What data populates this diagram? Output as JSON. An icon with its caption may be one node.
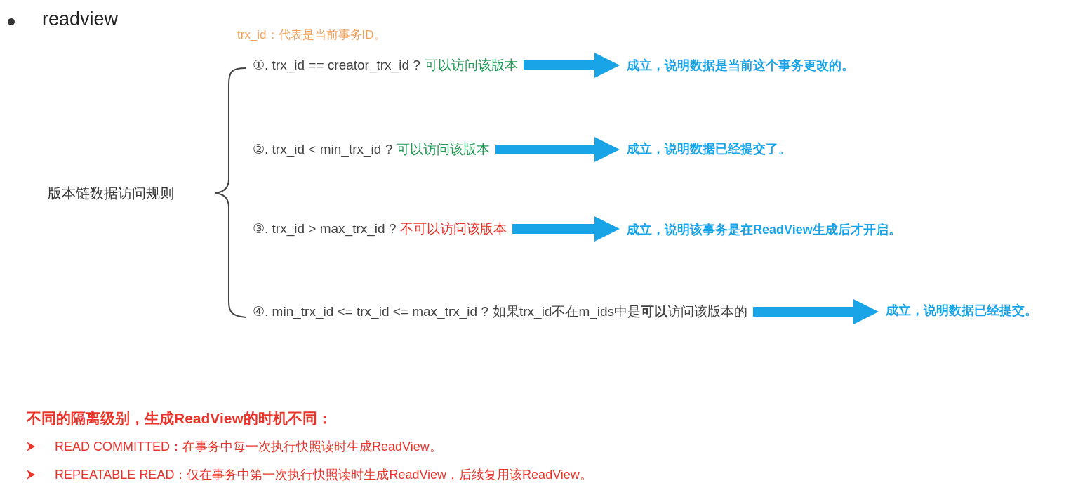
{
  "diagram": {
    "title": "readview",
    "nodes": [
      {
        "text": [
          "版本链数据访问规则"
        ]
      },
      {
        "text": [
          "①. trx_id == creator_trx_id ?",
          "可以访问该版本"
        ]
      },
      {
        "text": [
          "②. trx_id < min_trx_id ?",
          "可以访问该版本"
        ]
      },
      {
        "text": [
          "③. trx_id > max_trx_id ?",
          "不可以访问该版本"
        ]
      },
      {
        "text": [
          "④. min_trx_id <= trx_id <= max_trx_id ?",
          "如果trx_id不在m_ids中是**可以**访问该版本的"
        ]
      },
      {
        "text": [
          "成立，说明数据是当前这个事务更改的。"
        ]
      },
      {
        "text": [
          "成立，说明数据已经提交了。"
        ]
      },
      {
        "text": [
          "成立，说明该事务是在ReadView生成后才开启。"
        ]
      },
      {
        "text": [
          "成立，说明数据已经提交。"
        ]
      }
    ],
    "edges": [
      {
        "from": 1,
        "to": 5,
        "arrow": "to"
      },
      {
        "from": 2,
        "to": 6,
        "arrow": "to"
      },
      {
        "from": 3,
        "to": 7,
        "arrow": "to"
      },
      {
        "from": 4,
        "to": 8,
        "arrow": "to"
      }
    ],
    "labels": [
      "trx_id：代表是当前事务ID。",
      "不同的隔离级别，生成ReadView的时机不同：",
      "READ COMMITTED：在事务中每一次执行快照读时生成ReadView。",
      "REPEATABLE READ：仅在事务中第一次执行快照读时生成ReadView，后续复用该ReadView。"
    ]
  }
}
